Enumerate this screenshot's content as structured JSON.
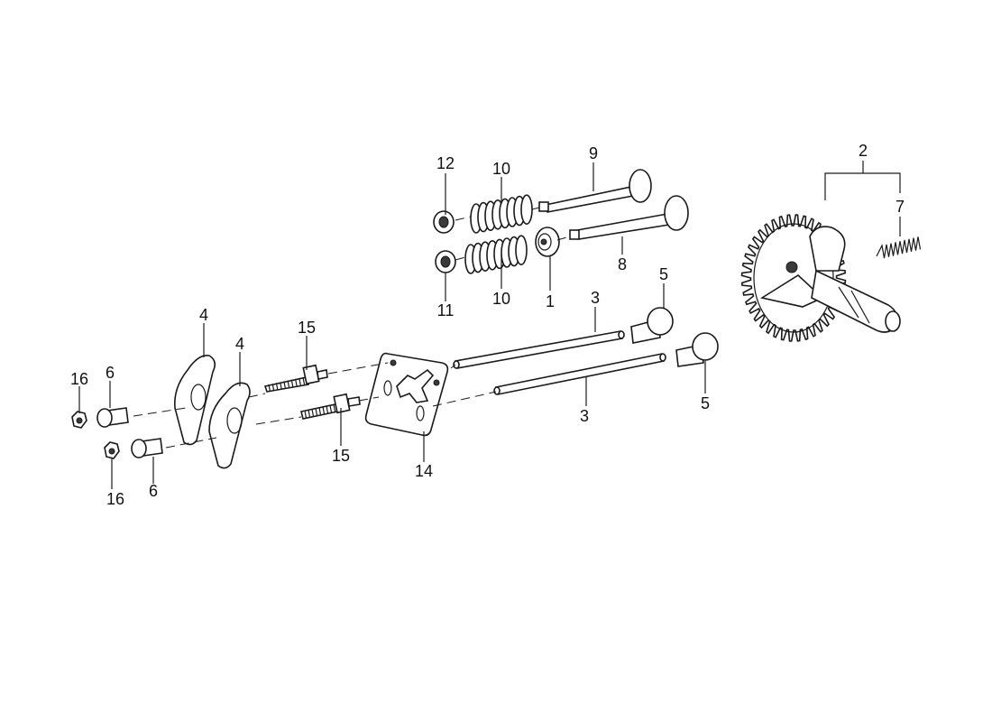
{
  "callouts": {
    "c1": "1",
    "c2": "2",
    "c3a": "3",
    "c3b": "3",
    "c4a": "4",
    "c4b": "4",
    "c5a": "5",
    "c5b": "5",
    "c6a": "6",
    "c6b": "6",
    "c7": "7",
    "c8": "8",
    "c9": "9",
    "c10a": "10",
    "c10b": "10",
    "c11": "11",
    "c12": "12",
    "c14": "14",
    "c15a": "15",
    "c15b": "15",
    "c16a": "16",
    "c16b": "16"
  }
}
